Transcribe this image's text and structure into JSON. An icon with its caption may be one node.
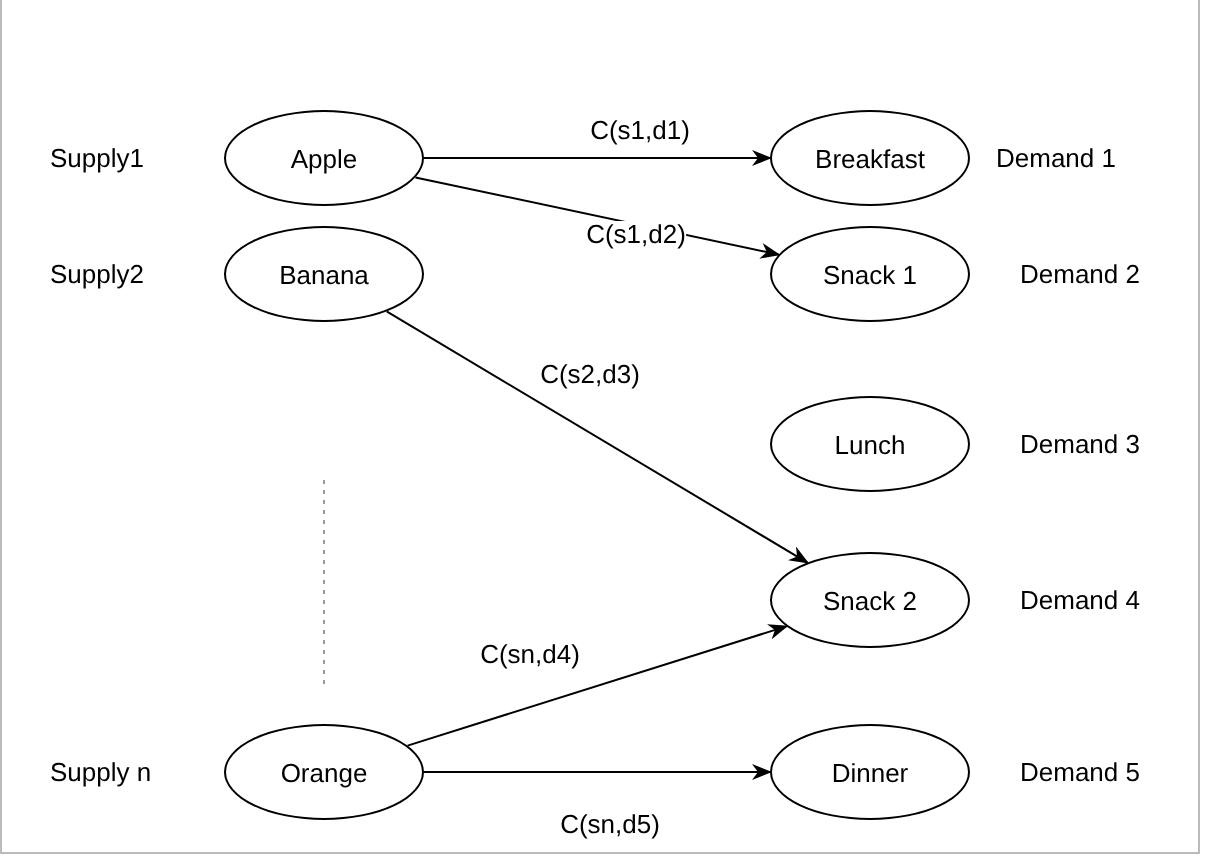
{
  "diagram": {
    "nodes": [
      {
        "text": [
          "Apple"
        ],
        "beside": [
          "Supply1"
        ]
      },
      {
        "text": [
          "Breakfast"
        ],
        "beside": [
          "Demand 1"
        ]
      },
      {
        "text": [
          "Banana"
        ],
        "beside": [
          "Supply2"
        ]
      },
      {
        "text": [
          "Snack 1"
        ],
        "beside": [
          "Demand 2"
        ]
      },
      {
        "text": [
          "Lunch"
        ],
        "beside": [
          "Demand 3"
        ]
      },
      {
        "text": [
          "Snack 2"
        ],
        "beside": [
          "Demand 4"
        ]
      },
      {
        "text": [
          "Orange"
        ],
        "beside": [
          "Supply n"
        ]
      },
      {
        "text": [
          "Dinner"
        ],
        "beside": [
          "Demand 5"
        ]
      }
    ],
    "edges": [
      {
        "from": 0,
        "to": 1,
        "arrow": "to",
        "label": "C(s1,d1)"
      },
      {
        "from": 0,
        "to": 3,
        "arrow": "to",
        "label": "C(s1,d2)"
      },
      {
        "from": 2,
        "to": 5,
        "arrow": "to",
        "label": "C(s2,d3)"
      },
      {
        "from": 6,
        "to": 5,
        "arrow": "to",
        "label": "C(sn,d4)"
      },
      {
        "from": 6,
        "to": 7,
        "arrow": "to",
        "label": "C(sn,d5)"
      }
    ]
  }
}
